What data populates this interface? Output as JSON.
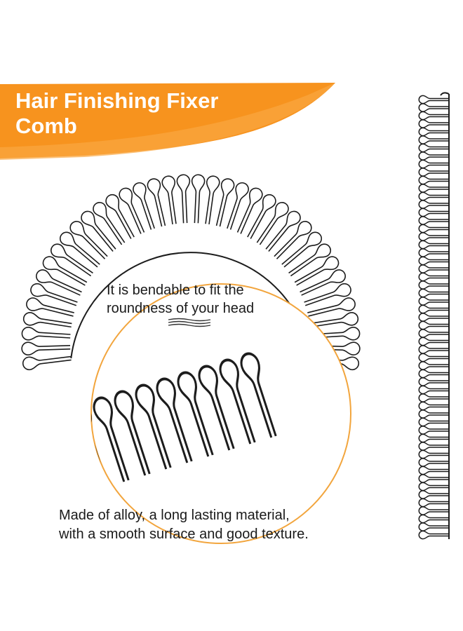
{
  "title": {
    "line1": "Hair Finishing Fixer",
    "line2": "Comb"
  },
  "captions": {
    "bend_line1": "It is bendable to fit the",
    "bend_line2": "roundness of your head",
    "material_line1": "Made of alloy, a long lasting material,",
    "material_line2": "with a smooth surface and good texture."
  },
  "icons": {
    "wave": "wave-lines-icon",
    "comb": "comb-tooth-loop-icon"
  },
  "colors": {
    "accent": "#f7931e",
    "detail_ring": "#f2a53d",
    "comb": "#1c1c1c",
    "text": "#1a1a1a"
  }
}
